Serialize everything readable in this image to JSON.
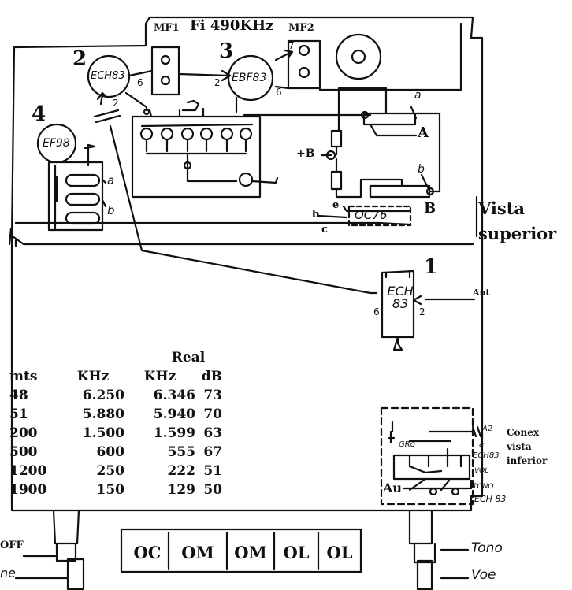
{
  "if_header": {
    "mf1": "MF1",
    "title": "Fi 490KHz",
    "mf2": "MF2"
  },
  "stages": [
    {
      "number": "1",
      "tube": "ECH 83",
      "pin_left": "6",
      "pin_right": "2"
    },
    {
      "number": "2",
      "tube": "ECH83",
      "pin": "6"
    },
    {
      "number": "3",
      "tube": "EBF83",
      "pin_left": "2",
      "pin_right": "6"
    },
    {
      "number": "4",
      "tube": "EF98"
    }
  ],
  "capacitor_pin": "2",
  "mf2_pin": "7",
  "coil_labels": {
    "a": "a",
    "b": "b"
  },
  "right_coils": {
    "a_small": "a",
    "A": "A",
    "b_small": "b",
    "B": "B"
  },
  "supply": "+B",
  "lines": {
    "e": "e",
    "b": "b",
    "c": "c"
  },
  "transistor": "OC76",
  "antenna": "Ant",
  "view_label": [
    "Vista",
    "superior"
  ],
  "table": {
    "real_header": "Real",
    "headers": [
      "mts",
      "KHz",
      "KHz",
      "dB"
    ],
    "rows": [
      [
        "48",
        "6.250",
        "6.346",
        "73"
      ],
      [
        "51",
        "5.880",
        "5.940",
        "70"
      ],
      [
        "200",
        "1.500",
        "1.599",
        "63"
      ],
      [
        "500",
        "600",
        "555",
        "67"
      ],
      [
        "1200",
        "250",
        "222",
        "51"
      ],
      [
        "1900",
        "150",
        "129",
        "50"
      ]
    ]
  },
  "conex": {
    "title": [
      "Conex",
      "vista",
      "inferior"
    ],
    "a2": "A2",
    "a": "a",
    "sub_a": "GRo",
    "ech83": "ECH83",
    "vol": "VOL",
    "au": "Au",
    "tono": "TONO",
    "ech83b": "ECH 83"
  },
  "bands": [
    "OC",
    "OM",
    "OM",
    "OL",
    "OL"
  ],
  "knob_labels": {
    "left_top": "OFF",
    "left_bottom": "ne",
    "right_top": "Tono",
    "right_bottom": "Voe"
  }
}
